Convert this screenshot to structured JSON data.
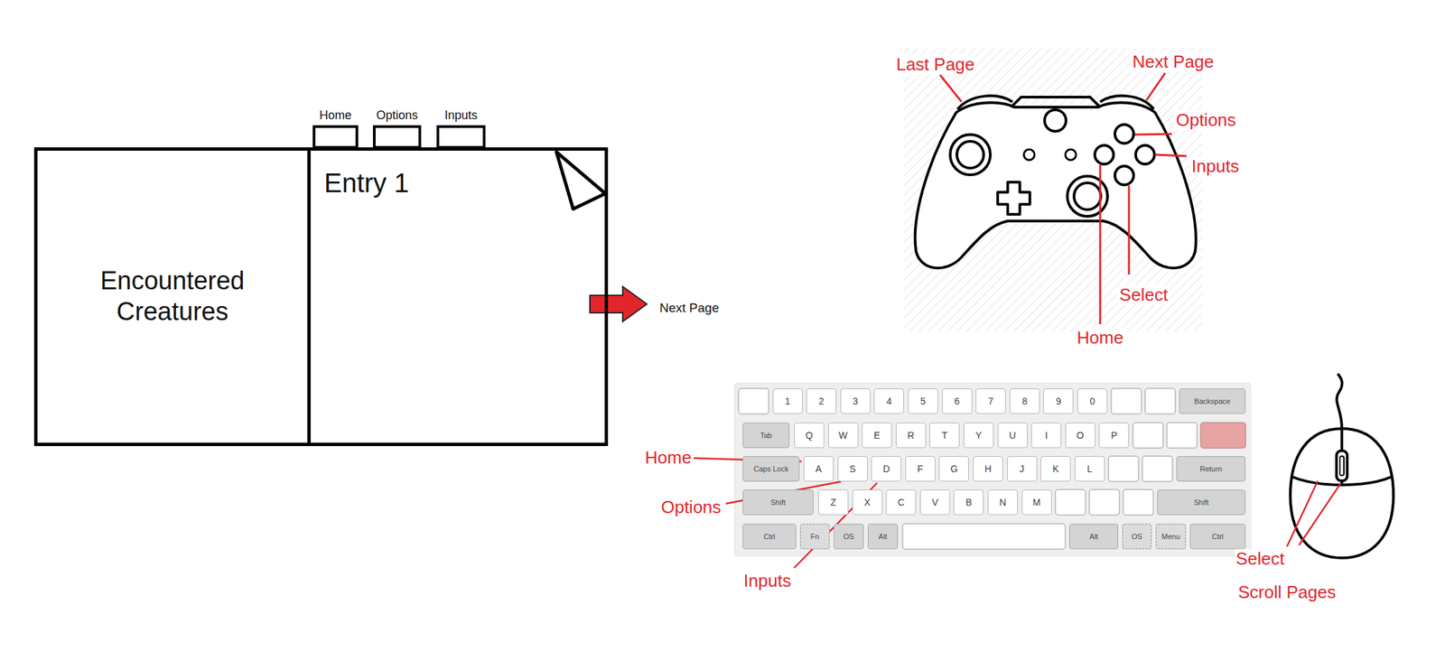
{
  "diagram": {
    "nodes": [
      {
        "text": [
          "Home"
        ]
      },
      {
        "text": [
          "Options"
        ]
      },
      {
        "text": [
          "Inputs"
        ]
      },
      {
        "text": [
          "Encountered Creatures"
        ]
      },
      {
        "text": [
          "Entry 1"
        ]
      },
      {
        "text": [
          "1"
        ]
      },
      {
        "text": [
          "2"
        ]
      },
      {
        "text": [
          "3"
        ]
      },
      {
        "text": [
          "4"
        ]
      },
      {
        "text": [
          "5"
        ]
      },
      {
        "text": [
          "6"
        ]
      },
      {
        "text": [
          "7"
        ]
      },
      {
        "text": [
          "8"
        ]
      },
      {
        "text": [
          "9"
        ]
      },
      {
        "text": [
          "0"
        ]
      },
      {
        "text": [
          "Backspace"
        ]
      },
      {
        "text": [
          "Tab"
        ]
      },
      {
        "text": [
          "Q"
        ]
      },
      {
        "text": [
          "W"
        ]
      },
      {
        "text": [
          "E"
        ]
      },
      {
        "text": [
          "R"
        ]
      },
      {
        "text": [
          "T"
        ]
      },
      {
        "text": [
          "Y"
        ]
      },
      {
        "text": [
          "U"
        ]
      },
      {
        "text": [
          "I"
        ]
      },
      {
        "text": [
          "O"
        ]
      },
      {
        "text": [
          "P"
        ]
      },
      {
        "text": [
          "Caps Lock"
        ]
      },
      {
        "text": [
          "A"
        ]
      },
      {
        "text": [
          "S"
        ]
      },
      {
        "text": [
          "D"
        ]
      },
      {
        "text": [
          "F"
        ]
      },
      {
        "text": [
          "G"
        ]
      },
      {
        "text": [
          "H"
        ]
      },
      {
        "text": [
          "J"
        ]
      },
      {
        "text": [
          "K"
        ]
      },
      {
        "text": [
          "L"
        ]
      },
      {
        "text": [
          "Return"
        ]
      },
      {
        "text": [
          "Shift"
        ]
      },
      {
        "text": [
          "Z"
        ]
      },
      {
        "text": [
          "X"
        ]
      },
      {
        "text": [
          "C"
        ]
      },
      {
        "text": [
          "V"
        ]
      },
      {
        "text": [
          "B"
        ]
      },
      {
        "text": [
          "N"
        ]
      },
      {
        "text": [
          "M"
        ]
      },
      {
        "text": [
          "Shift"
        ]
      },
      {
        "text": [
          "Ctrl"
        ]
      },
      {
        "text": [
          "Fn"
        ]
      },
      {
        "text": [
          "OS"
        ]
      },
      {
        "text": [
          "Alt"
        ]
      },
      {
        "text": [
          "Alt"
        ]
      },
      {
        "text": [
          "OS"
        ]
      },
      {
        "text": [
          "Menu"
        ]
      },
      {
        "text": [
          "Ctrl"
        ]
      }
    ],
    "labels": [
      "Next Page",
      "Last Page",
      "Next Page",
      "Options",
      "Inputs",
      "Select",
      "Home",
      "Home",
      "Options",
      "Inputs",
      "Select",
      "Scroll Pages"
    ]
  }
}
